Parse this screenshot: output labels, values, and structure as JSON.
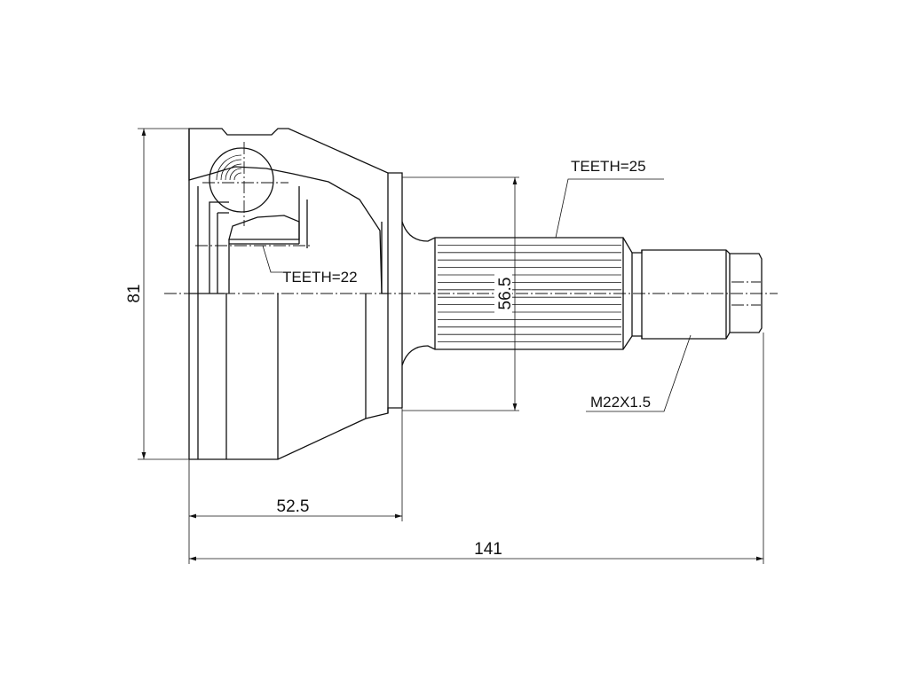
{
  "drawing": {
    "dimensions": {
      "outer_diameter": "81",
      "flange_diameter": "56.5",
      "housing_length": "52.5",
      "overall_length": "141"
    },
    "annotations": {
      "inner_spline": "TEETH=22",
      "outer_spline": "TEETH=25",
      "thread": "M22X1.5"
    }
  }
}
